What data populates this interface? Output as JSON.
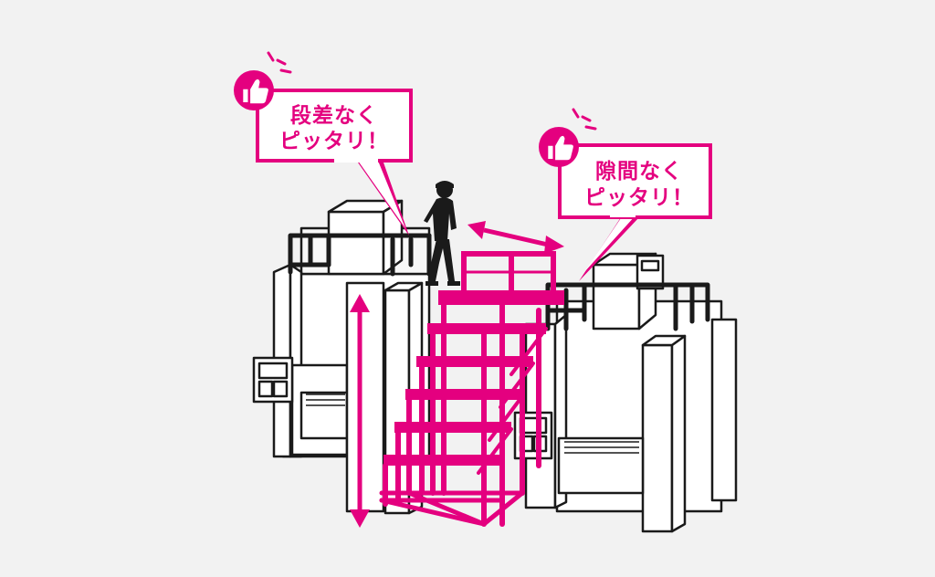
{
  "callouts": [
    {
      "line1": "段差なく",
      "line2": "ピッタリ！"
    },
    {
      "line1": "隙間なく",
      "line2": "ピッタリ！"
    }
  ],
  "icons": {
    "thumbs_up": "thumbs-up-icon"
  },
  "colors": {
    "accent": "#e4007f",
    "background": "#f2f2f2",
    "line": "#1a1a1a",
    "fill": "#ffffff"
  }
}
